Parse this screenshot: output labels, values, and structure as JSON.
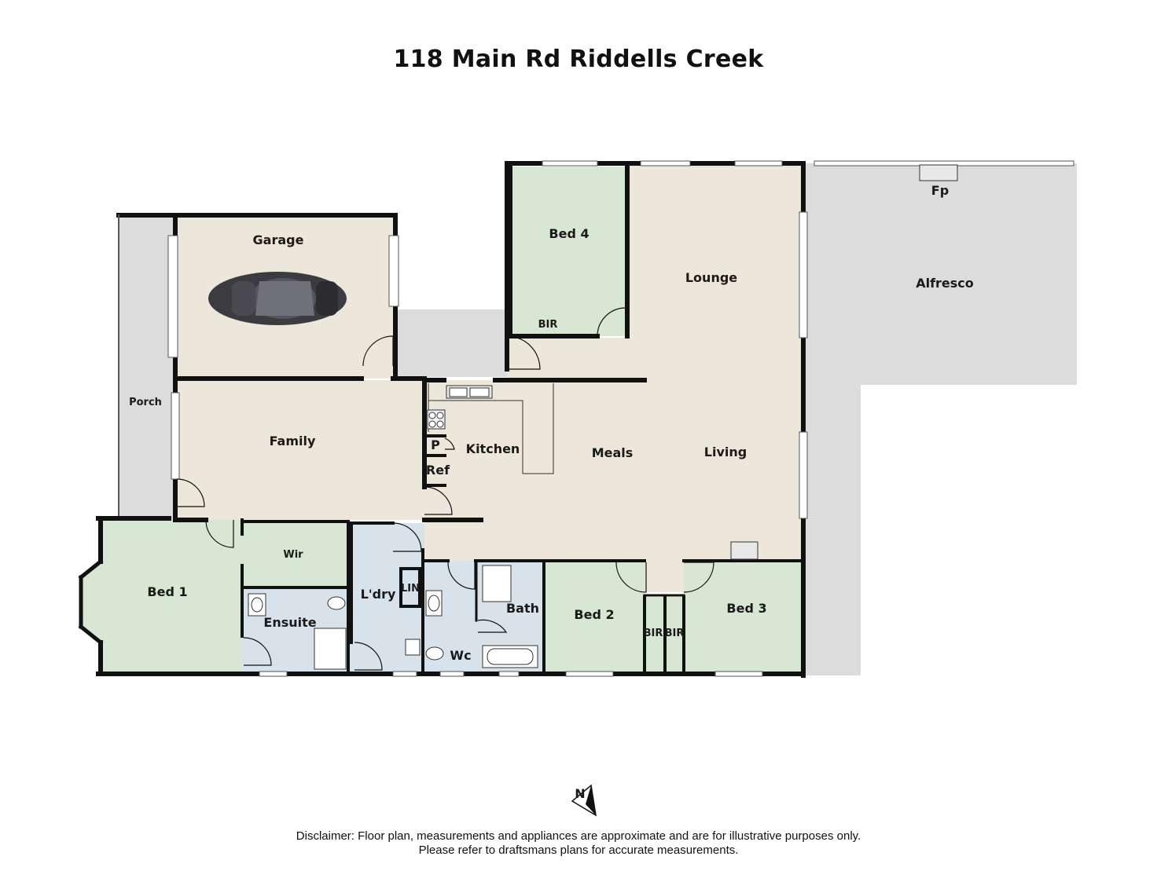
{
  "title": "118 Main Rd Riddells Creek",
  "rooms": {
    "garage": "Garage",
    "bed4": "Bed 4",
    "bir_bed4": "BIR",
    "lounge": "Lounge",
    "alfresco": "Alfresco",
    "fp": "Fp",
    "porch": "Porch",
    "family": "Family",
    "kitchen": "Kitchen",
    "pantry": "P",
    "ref": "Ref",
    "meals": "Meals",
    "living": "Living",
    "bed1": "Bed 1",
    "wir": "Wir",
    "ensuite": "Ensuite",
    "laundry": "L'dry",
    "lin": "LIN",
    "bath": "Bath",
    "wc": "Wc",
    "bed2": "Bed 2",
    "bir_a": "BIR",
    "bir_b": "BIR",
    "bed3": "Bed 3"
  },
  "compass": {
    "label": "N"
  },
  "disclaimer": {
    "line1": "Disclaimer: Floor plan, measurements and appliances are approximate and are for illustrative purposes only.",
    "line2": "Please refer to draftsmans plans for accurate measurements."
  },
  "colors": {
    "living_fill": "#ede6da",
    "bedroom_fill": "#d8e6d4",
    "wet_fill": "#d7e2ea",
    "outdoor_fill": "#dcdcdc",
    "wall": "#111111"
  }
}
